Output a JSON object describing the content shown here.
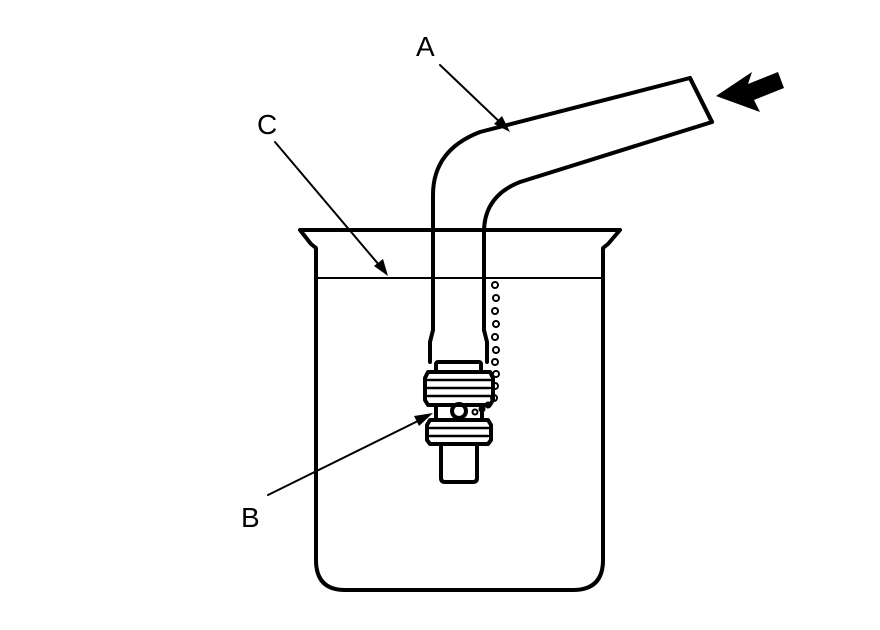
{
  "labels": {
    "a": "A",
    "b": "B",
    "c": "C"
  },
  "colors": {
    "line": "#000000",
    "background": "#ffffff"
  },
  "icons": {
    "arrow": "arrow-left-icon"
  }
}
